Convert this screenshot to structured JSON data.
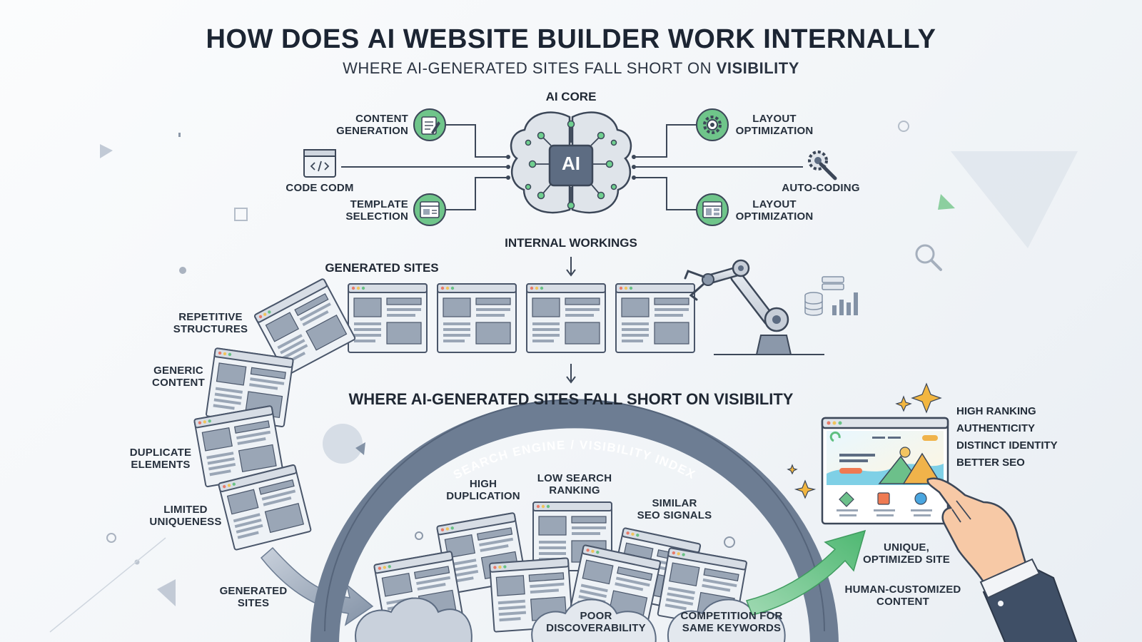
{
  "title": {
    "pre": "HOW DOES ",
    "bold": "AI WEBSITE BUILDER",
    "post": " WORK INTERNALLY"
  },
  "subtitle": {
    "pre": "WHERE AI-GENERATED SITES FALL SHORT ON ",
    "bold": "VISIBILITY"
  },
  "ai_core": {
    "label": "AI CORE",
    "chip_text": "AI",
    "inputs": {
      "content_generation": [
        "CONTENT",
        "GENERATION"
      ],
      "code_codm": "CODE CODM",
      "template_selection": [
        "TEMPLATE",
        "SELECTION"
      ],
      "layout_optimization_top": [
        "LAYOUT",
        "OPTIMIZATION"
      ],
      "auto_coding": "AUTO-CODING",
      "layout_optimization_bottom": [
        "LAYOUT",
        "OPTIMIZATION"
      ]
    }
  },
  "internal_workings": "INTERNAL WORKINGS",
  "generated_sites_heading": "GENERATED SITES",
  "problems_left": {
    "repetitive": [
      "REPETITIVE",
      "STRUCTURES"
    ],
    "generic": [
      "GENERIC",
      "CONTENT"
    ],
    "duplicate": [
      "DUPLICATE",
      "ELEMENTS"
    ],
    "limited": [
      "LIMITED",
      "UNIQUENESS"
    ]
  },
  "generated_sites_bottom": [
    "GENERATED",
    "SITES"
  ],
  "visibility_heading": "WHERE AI-GENERATED SITES FALL SHORT ON VISIBILITY",
  "arc_label": "SEARCH ENGINE / VISIBILITY INDEX",
  "pile_labels": {
    "high_duplication": [
      "HIGH",
      "DUPLICATION"
    ],
    "low_search_ranking": [
      "LOW SEARCH",
      "RANKING"
    ],
    "similar_seo": [
      "SIMILAR",
      "SEO SIGNALS"
    ],
    "poor_discoverability": [
      "POOR",
      "DISCOVERABILITY"
    ],
    "competition": [
      "COMPETITION FOR",
      "SAME KEYWORDS"
    ]
  },
  "optimized": {
    "unique": [
      "UNIQUE,",
      "OPTIMIZED SITE"
    ],
    "human": [
      "HUMAN-CUSTOMIZED",
      "CONTENT"
    ],
    "benefits": [
      "HIGH RANKING",
      "AUTHENTICITY",
      "DISTINCT IDENTITY",
      "BETTER SEO"
    ]
  },
  "colors": {
    "ink": "#1f2a37",
    "slate": "#5c6b80",
    "slate_dark": "#44526a",
    "arc": "#6d7d93",
    "green": "#5fbf7f",
    "green_light": "#cfeedd",
    "window_fill": "#eef2f6",
    "block": "#9aa6b6"
  },
  "icons": [
    "document-edit-icon",
    "code-icon",
    "template-icon",
    "brain-icon",
    "gear-icon",
    "wrench-gear-icon",
    "layout-icon",
    "robot-arm-icon",
    "database-chart-icon",
    "magnifier-icon",
    "sparkle-icon",
    "pointing-hand-icon",
    "green-arrow-icon"
  ]
}
